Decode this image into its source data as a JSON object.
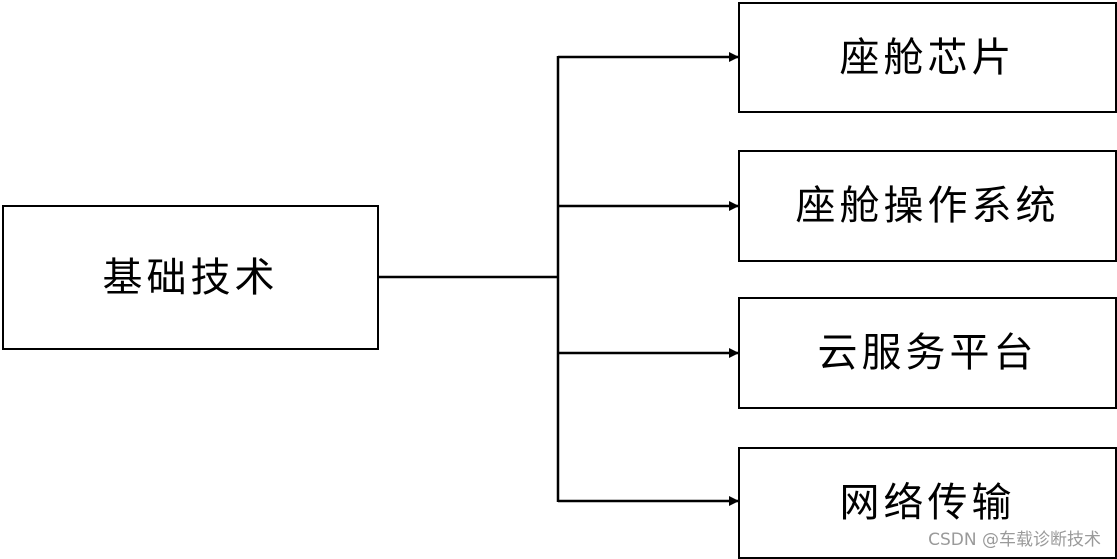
{
  "diagram": {
    "root": {
      "label": "基础技术"
    },
    "children": [
      {
        "label": "座舱芯片"
      },
      {
        "label": "座舱操作系统"
      },
      {
        "label": "云服务平台"
      },
      {
        "label": "网络传输"
      }
    ]
  },
  "watermark": "CSDN @车载诊断技术",
  "colors": {
    "stroke": "#000000",
    "background": "#ffffff",
    "watermark": "#9a9a9a"
  }
}
